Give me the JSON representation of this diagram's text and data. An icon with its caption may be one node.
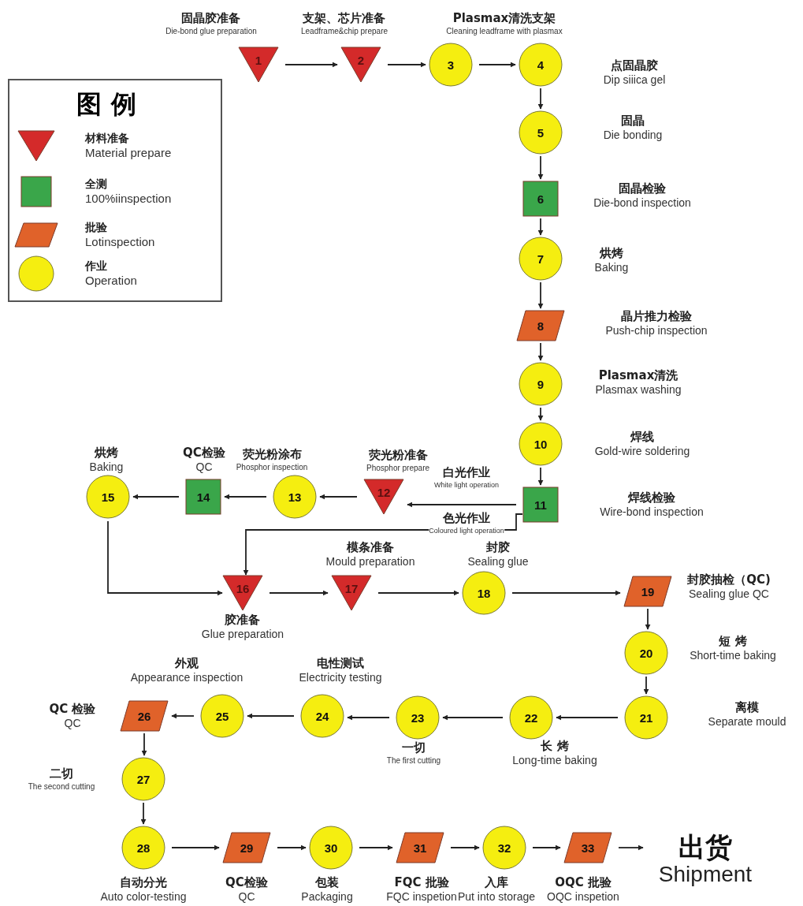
{
  "diagram": {
    "nodes": [
      {
        "text": [
          "1"
        ],
        "beside": [
          "固晶胶准备",
          "Die-bond glue preparation"
        ]
      },
      {
        "text": [
          "2"
        ],
        "beside": [
          "支架、芯片准备",
          "Leadframe&chip prepare"
        ]
      },
      {
        "text": [
          "3"
        ],
        "beside": [
          "Plasmax清洗支架",
          "Cleaning leadframe with plasmax"
        ]
      },
      {
        "text": [
          "4"
        ],
        "beside": [
          "点固晶胶",
          "Dip siiica gel"
        ]
      },
      {
        "text": [
          "5"
        ],
        "beside": [
          "固晶",
          "Die bonding"
        ]
      },
      {
        "text": [
          "6"
        ],
        "beside": [
          "固晶检验",
          "Die-bond inspection"
        ]
      },
      {
        "text": [
          "7"
        ],
        "beside": [
          "烘烤",
          "Baking"
        ]
      },
      {
        "text": [
          "8"
        ],
        "beside": [
          "晶片推力检验",
          "Push-chip inspection"
        ]
      },
      {
        "text": [
          "9"
        ],
        "beside": [
          "Plasmax清洗",
          "Plasmax washing"
        ]
      },
      {
        "text": [
          "10"
        ],
        "beside": [
          "焊线",
          "Gold-wire soldering"
        ]
      },
      {
        "text": [
          "11"
        ],
        "beside": [
          "焊线检验",
          "Wire-bond inspection"
        ]
      },
      {
        "text": [
          "12"
        ],
        "beside": [
          "荧光粉准备",
          "Phosphor prepare"
        ]
      },
      {
        "text": [
          "13"
        ],
        "beside": [
          "荧光粉涂布",
          "Phosphor inspection"
        ]
      },
      {
        "text": [
          "14"
        ],
        "beside": [
          "QC检验",
          "QC"
        ]
      },
      {
        "text": [
          "15"
        ],
        "beside": [
          "烘烤",
          "Baking"
        ]
      },
      {
        "text": [
          "16"
        ],
        "beside": [
          "胶准备",
          "Glue preparation"
        ]
      },
      {
        "text": [
          "17"
        ],
        "beside": [
          "模条准备",
          "Mould preparation"
        ]
      },
      {
        "text": [
          "18"
        ],
        "beside": [
          "封胶",
          "Sealing glue"
        ]
      },
      {
        "text": [
          "19"
        ],
        "beside": [
          "封胶抽检（QC)",
          "Sealing glue QC"
        ]
      },
      {
        "text": [
          "20"
        ],
        "beside": [
          "短 烤",
          "Short-time baking"
        ]
      },
      {
        "text": [
          "21"
        ],
        "beside": [
          "离模",
          "Separate mould"
        ]
      },
      {
        "text": [
          "22"
        ],
        "beside": [
          "长 烤",
          "Long-time baking"
        ]
      },
      {
        "text": [
          "23"
        ],
        "beside": [
          "一切",
          "The first cutting"
        ]
      },
      {
        "text": [
          "24"
        ],
        "beside": [
          "电性测试",
          "Electricity testing"
        ]
      },
      {
        "text": [
          "25"
        ],
        "beside": [
          "外观",
          "Appearance inspection"
        ]
      },
      {
        "text": [
          "26"
        ],
        "beside": [
          "QC 检验",
          "QC"
        ]
      },
      {
        "text": [
          "27"
        ],
        "beside": [
          "二切",
          "The second cutting"
        ]
      },
      {
        "text": [
          "28"
        ],
        "beside": [
          "自动分光",
          "Auto color-testing"
        ]
      },
      {
        "text": [
          "29"
        ],
        "beside": [
          "QC检验",
          "QC"
        ]
      },
      {
        "text": [
          "30"
        ],
        "beside": [
          "包装",
          "Packaging"
        ]
      },
      {
        "text": [
          "31"
        ],
        "beside": [
          "FQC 批验",
          "FQC inspetion"
        ]
      },
      {
        "text": [
          "32"
        ],
        "beside": [
          "入库",
          "Put into storage"
        ]
      },
      {
        "text": [
          "33"
        ],
        "beside": [
          "OQC 批验",
          "OQC inspetion"
        ]
      },
      {
        "text": [
          "出货",
          "Shipment"
        ]
      }
    ],
    "edges": [
      {
        "from": 0,
        "to": 1,
        "arrow": "to"
      },
      {
        "from": 1,
        "to": 2,
        "arrow": "to"
      },
      {
        "from": 2,
        "to": 3,
        "arrow": "to"
      },
      {
        "from": 3,
        "to": 4,
        "arrow": "to"
      },
      {
        "from": 4,
        "to": 5,
        "arrow": "to"
      },
      {
        "from": 5,
        "to": 6,
        "arrow": "to"
      },
      {
        "from": 6,
        "to": 7,
        "arrow": "to"
      },
      {
        "from": 7,
        "to": 8,
        "arrow": "to"
      },
      {
        "from": 8,
        "to": 9,
        "arrow": "to"
      },
      {
        "from": 9,
        "to": 10,
        "arrow": "to"
      },
      {
        "from": 10,
        "to": 11,
        "arrow": "to",
        "label": "白光作业 White light operation"
      },
      {
        "from": 11,
        "to": 12,
        "arrow": "to"
      },
      {
        "from": 12,
        "to": 13,
        "arrow": "to"
      },
      {
        "from": 13,
        "to": 14,
        "arrow": "to"
      },
      {
        "from": 10,
        "to": 15,
        "arrow": "to",
        "label": "色光作业 Coloured light operation"
      },
      {
        "from": 14,
        "to": 15,
        "arrow": "to"
      },
      {
        "from": 15,
        "to": 16,
        "arrow": "to"
      },
      {
        "from": 16,
        "to": 17,
        "arrow": "to"
      },
      {
        "from": 17,
        "to": 18,
        "arrow": "to"
      },
      {
        "from": 18,
        "to": 19,
        "arrow": "to"
      },
      {
        "from": 19,
        "to": 20,
        "arrow": "to"
      },
      {
        "from": 20,
        "to": 21,
        "arrow": "to"
      },
      {
        "from": 21,
        "to": 22,
        "arrow": "to"
      },
      {
        "from": 22,
        "to": 23,
        "arrow": "to"
      },
      {
        "from": 23,
        "to": 24,
        "arrow": "to"
      },
      {
        "from": 24,
        "to": 25,
        "arrow": "to"
      },
      {
        "from": 25,
        "to": 26,
        "arrow": "to"
      },
      {
        "from": 26,
        "to": 27,
        "arrow": "to"
      },
      {
        "from": 27,
        "to": 28,
        "arrow": "to"
      },
      {
        "from": 28,
        "to": 29,
        "arrow": "to"
      },
      {
        "from": 29,
        "to": 30,
        "arrow": "to"
      },
      {
        "from": 30,
        "to": 31,
        "arrow": "to"
      },
      {
        "from": 31,
        "to": 32,
        "arrow": "to"
      },
      {
        "from": 32,
        "to": 33,
        "arrow": "to"
      }
    ],
    "labels": [
      "图 例"
    ],
    "legend": [
      {
        "text": "材料准备 Material prepare"
      },
      {
        "text": "全测 100%iinspection"
      },
      {
        "text": "批验 Lotinspection"
      },
      {
        "text": "作业 Operation"
      }
    ]
  }
}
